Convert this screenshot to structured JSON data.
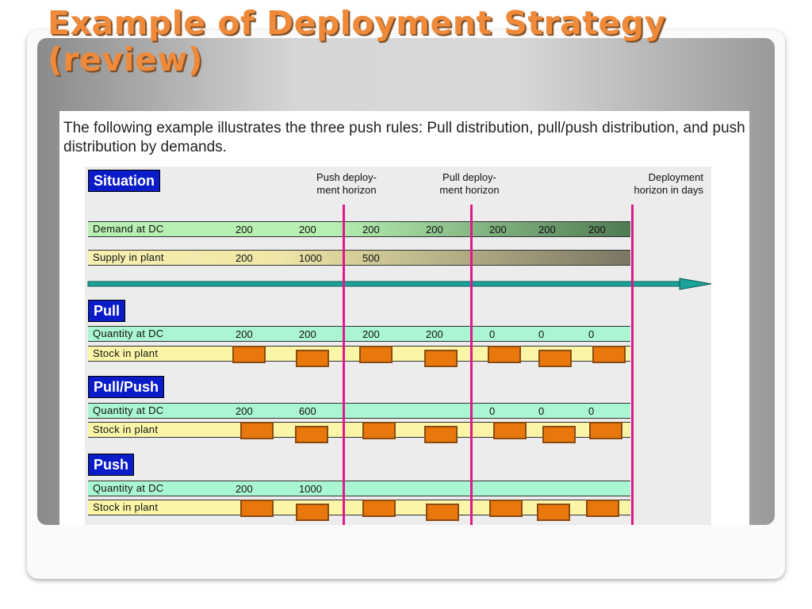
{
  "slide": {
    "title_line1": "Example of Deployment Strategy",
    "title_line2": "(review)",
    "intro": "The following example illustrates the three push rules: Pull distribution, pull/push distribution, and push distribution by demands."
  },
  "diagram": {
    "situation_label": "Situation",
    "headers": {
      "push_horizon": [
        "Push deploy-",
        "ment horizon"
      ],
      "pull_horizon": [
        "Pull deploy-",
        "ment horizon"
      ],
      "deployment_horizon": [
        "Deployment",
        "horizon in days"
      ]
    },
    "situation_rows": [
      {
        "label": "Demand at DC",
        "values": [
          "200",
          "200",
          "200",
          "200",
          "200",
          "200",
          "200"
        ]
      },
      {
        "label": "Supply in plant",
        "values": [
          "200",
          "1000",
          "500"
        ]
      }
    ],
    "sections": [
      {
        "label": "Pull",
        "quantity_label": "Quantity at DC",
        "quantities": [
          "200",
          "200",
          "200",
          "200",
          "0",
          "0",
          "0"
        ],
        "stock_label": "Stock in plant"
      },
      {
        "label": "Pull/Push",
        "quantity_label": "Quantity at DC",
        "quantities": [
          "200",
          "600",
          "",
          "",
          "0",
          "0",
          "0"
        ],
        "stock_label": "Stock in plant"
      },
      {
        "label": "Push",
        "quantity_label": "Quantity at DC",
        "quantities": [
          "200",
          "1000"
        ],
        "stock_label": "Stock in plant"
      }
    ],
    "colors": {
      "label_blue": "#0a1cc8",
      "horizon_line": "#e0188a",
      "quantity_row": "#aaf5d2",
      "stock_row": "#fbf5a8",
      "stock_box": "#e8780c",
      "timeline_arrow": "#1aa39a"
    }
  }
}
